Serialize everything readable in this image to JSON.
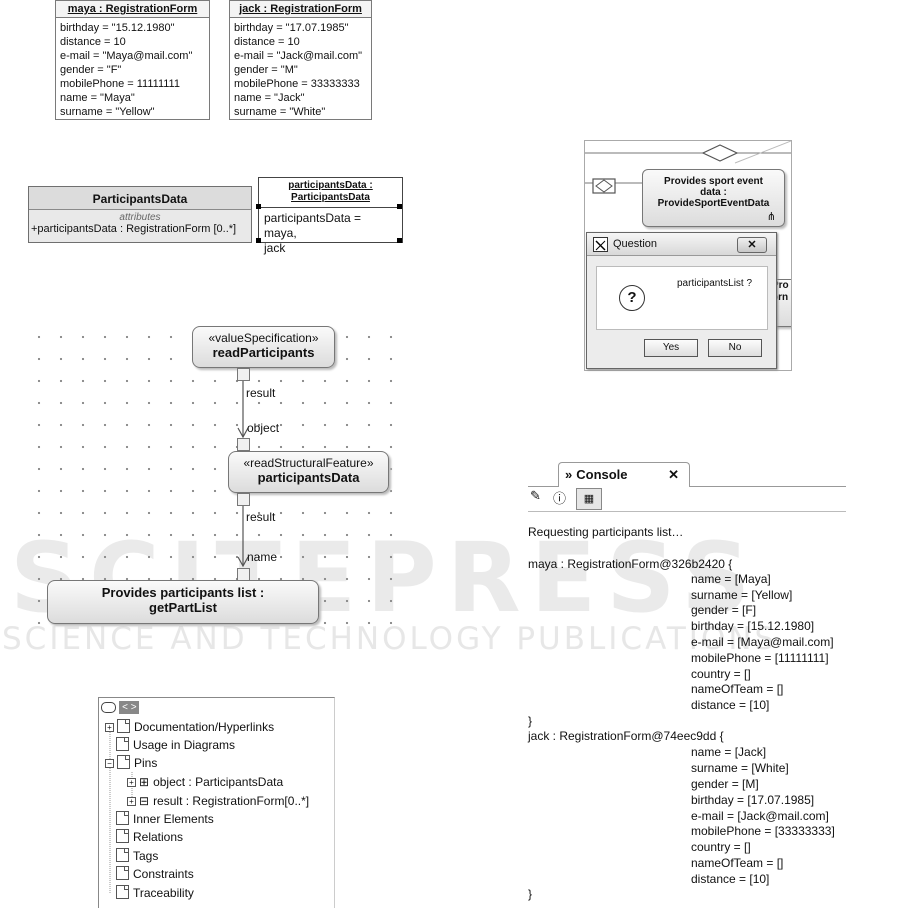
{
  "maya_form": {
    "title": "maya : RegistrationForm",
    "rows": [
      "birthday = \"15.12.1980\"",
      "distance = 10",
      "e-mail = \"Maya@mail.com\"",
      "gender = \"F\"",
      "mobilePhone = 11111111",
      "name = \"Maya\"",
      "surname = \"Yellow\""
    ]
  },
  "jack_form": {
    "title": "jack : RegistrationForm",
    "rows": [
      "birthday = \"17.07.1985\"",
      "distance = 10",
      "e-mail = \"Jack@mail.com\"",
      "gender = \"M\"",
      "mobilePhone = 33333333",
      "name = \"Jack\"",
      "surname = \"White\""
    ]
  },
  "participants_class": {
    "name": "ParticipantsData",
    "section": "attributes",
    "attribute": "+participantsData : RegistrationForm [0..*]"
  },
  "participants_instance": {
    "title_line1": "participantsData :",
    "title_line2": "ParticipantsData",
    "value_line1": "participantsData = maya,",
    "value_line2": "jack"
  },
  "activity": {
    "read_participants": {
      "stereotype": "«valueSpecification»",
      "name": "readParticipants"
    },
    "read_feature": {
      "stereotype": "«readStructuralFeature»",
      "name": "participantsData"
    },
    "provides_list": {
      "line1": "Provides participants list :",
      "line2": "getPartList"
    },
    "pin_result_1": "result",
    "pin_object": "object",
    "pin_result_2": "result",
    "pin_name": "name"
  },
  "sport_event": {
    "line1": "Provides sport event",
    "line2": "data :",
    "line3": "ProvideSportEventData",
    "partial_text": "Pro\norn"
  },
  "dialog": {
    "title": "Question",
    "message": "participantsList ?",
    "yes": "Yes",
    "no": "No"
  },
  "console": {
    "tab_label": "Console",
    "intro": "Requesting participants list…",
    "maya_header": "maya : RegistrationForm@326b2420 {",
    "maya_fields": [
      "name = [Maya]",
      "surname = [Yellow]",
      "gender = [F]",
      "birthday = [15.12.1980]",
      "e-mail = [Maya@mail.com]",
      "mobilePhone = [11111111]",
      "country = []",
      "nameOfTeam = []",
      "distance = [10]"
    ],
    "close_brace_1": "}",
    "jack_header": "jack : RegistrationForm@74eec9dd {",
    "jack_fields": [
      "name = [Jack]",
      "surname = [White]",
      "gender = [M]",
      "birthday = [17.07.1985]",
      "e-mail = [Jack@mail.com]",
      "mobilePhone = [33333333]",
      "country = []",
      "nameOfTeam = []",
      "distance = [10]"
    ],
    "close_brace_2": "}"
  },
  "tree": {
    "items": [
      "Documentation/Hyperlinks",
      "Usage in Diagrams",
      "Pins",
      "object : ParticipantsData",
      "result : RegistrationForm[0..*]",
      "Inner Elements",
      "Relations",
      "Tags",
      "Constraints",
      "Traceability"
    ]
  },
  "watermark": {
    "big": "SCITEPRESS",
    "small": "SCIENCE AND TECHNOLOGY PUBLICATIONS"
  }
}
